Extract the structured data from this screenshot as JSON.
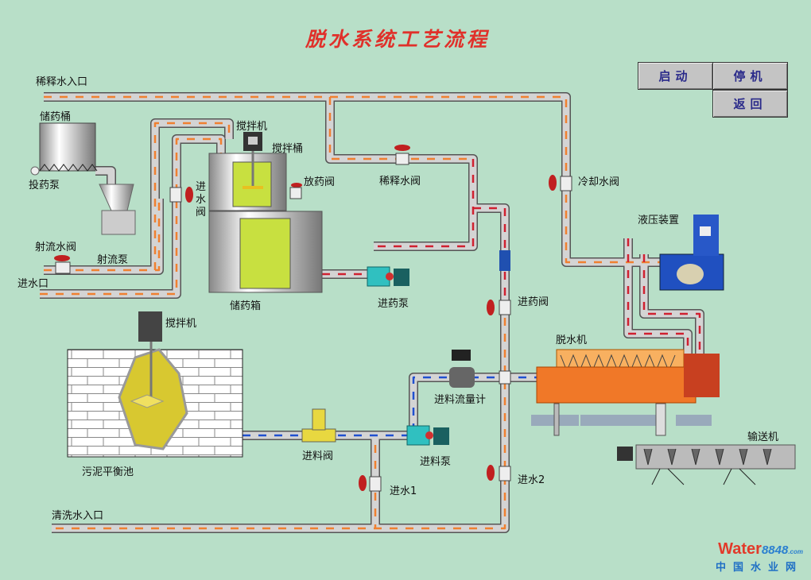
{
  "title": "脱水系统工艺流程",
  "buttons": {
    "start": "启动",
    "stop": "停机",
    "back": "返回"
  },
  "labels": {
    "dilution_inlet": "稀释水入口",
    "drug_barrel": "储药桶",
    "dosing_pump": "投药泵",
    "jet_valve": "射流水阀",
    "water_inlet": "进水口",
    "jet_pump": "射流泵",
    "inlet_valve_1": "进",
    "inlet_valve_2": "水",
    "inlet_valve_3": "阀",
    "mixer_top": "搅拌机",
    "mixing_tank": "搅拌桶",
    "drain_valve": "放药阀",
    "storage_box": "储药箱",
    "dilution_valve": "稀释水阀",
    "drug_feed_pump": "进药泵",
    "cooling_valve": "冷却水阀",
    "hydraulic": "液压装置",
    "drug_inlet_valve": "进药阀",
    "dewatering_machine": "脱水机",
    "mixer_bottom": "搅拌机",
    "sludge_tank": "污泥平衡池",
    "feed_valve": "进料阀",
    "feed_pump": "进料泵",
    "flowmeter": "进料流量计",
    "water_in_1": "进水1",
    "water_in_2": "进水2",
    "conveyor": "输送机",
    "wash_inlet": "清洗水入口"
  },
  "watermark": {
    "brand": "Water",
    "num": "8848",
    "com": ".com",
    "cn": "中国水业网"
  },
  "colors": {
    "background": "#b8dfc8",
    "title": "#e0302a",
    "pipe": "#c8c8c8",
    "flow_orange": "#f08030",
    "flow_red": "#d02030",
    "flow_blue": "#2050d0",
    "valve": "#c02020",
    "tank_liquid": "#c8e040",
    "centrifuge": "#f07828",
    "hydraulic": "#2050c0"
  }
}
